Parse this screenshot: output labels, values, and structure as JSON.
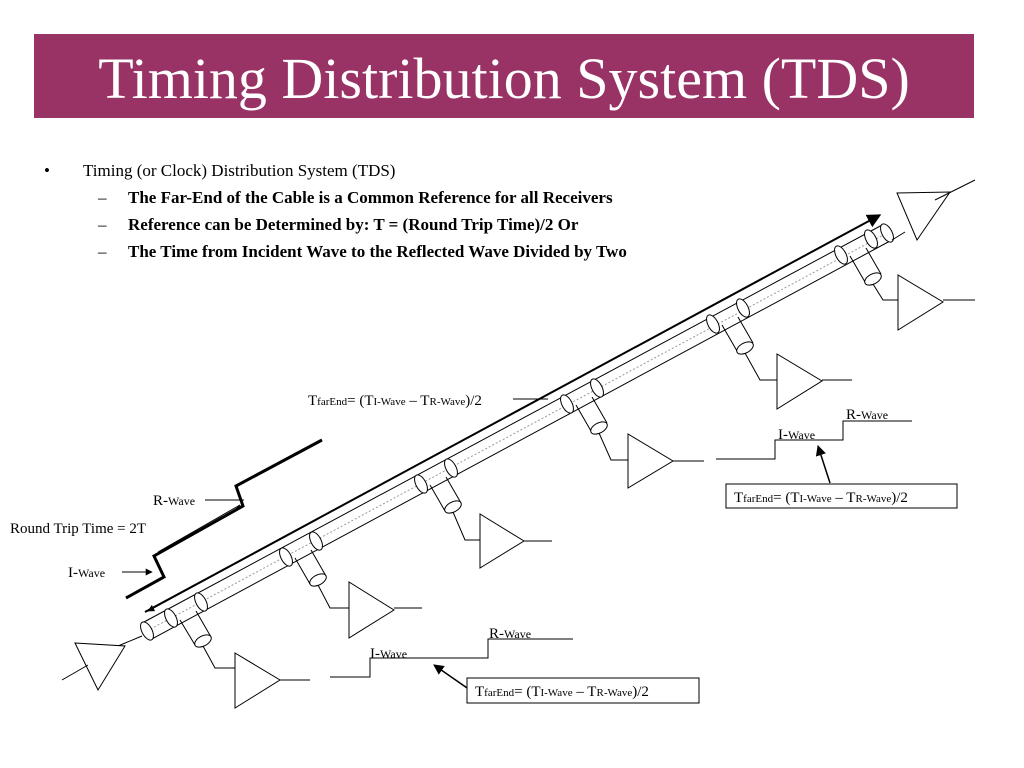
{
  "header": {
    "title": "Timing Distribution System (TDS)"
  },
  "bullets": {
    "main": "Timing (or Clock) Distribution System (TDS)",
    "subs": [
      "The Far-End of the Cable is a Common Reference for all Receivers",
      "Reference can be Determined by: T = (Round Trip Time)/2 Or",
      "The Time from Incident Wave to the Reflected  Wave Divided by Two"
    ]
  },
  "labels": {
    "t_far_end": "T",
    "far_end_sub": "farEnd",
    "eq_open": "= (T",
    "i_wave_sub": "I-Wave",
    "dash_t": " – T",
    "r_wave_sub": "R-Wave",
    "close": ")/2",
    "r_prefix": "R-",
    "i_prefix": "I-",
    "wave": "Wave",
    "round_trip": "Round Trip Time = 2T"
  }
}
